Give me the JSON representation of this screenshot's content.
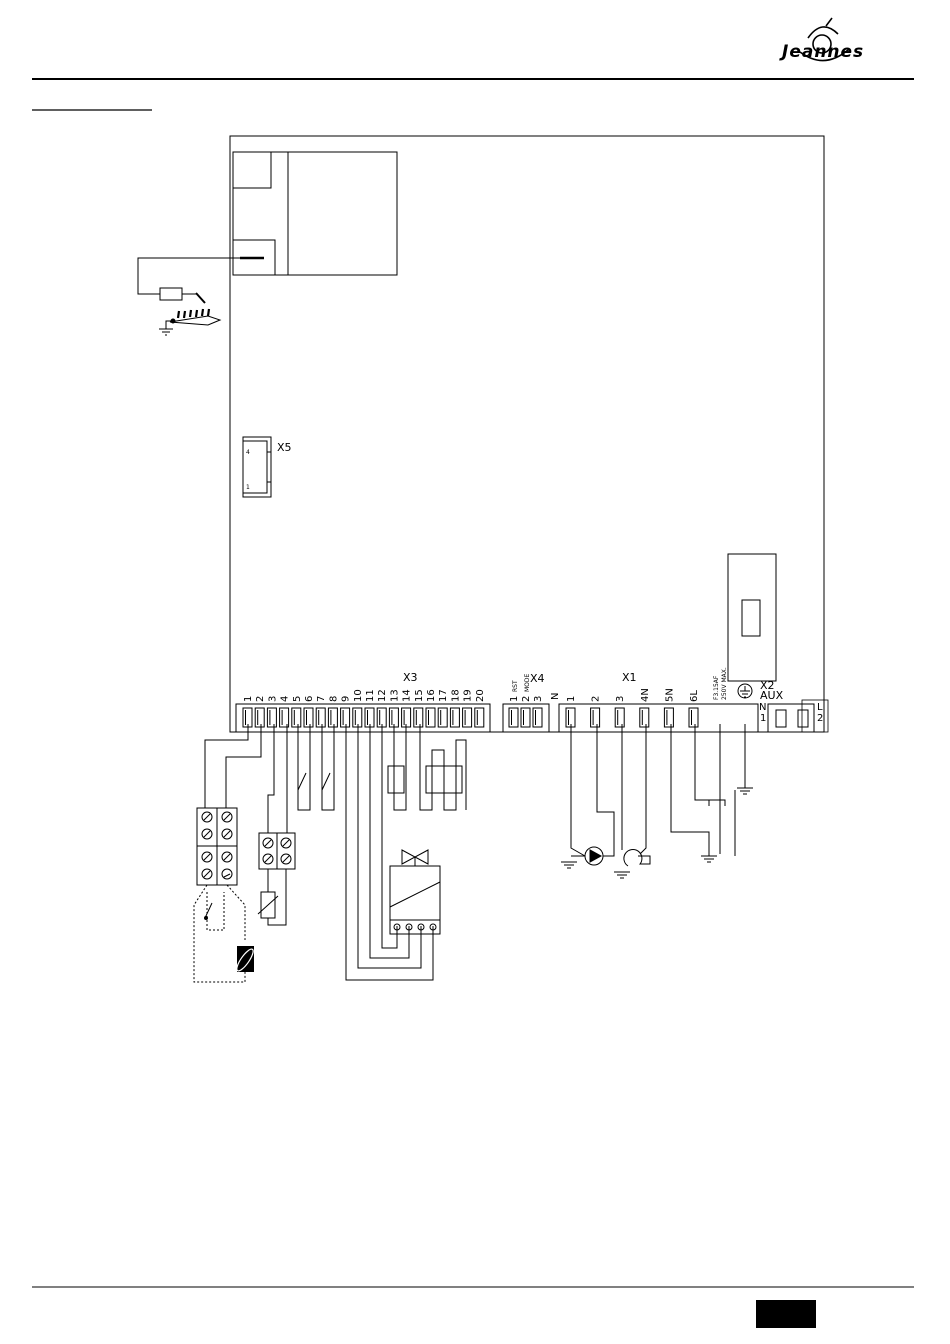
{
  "logo": {
    "wordmark": "Jeannes",
    "icon": "brand-swirl-icon"
  },
  "page_marker": {
    "color": "#000000",
    "text": ""
  },
  "diagram": {
    "x3": {
      "name": "X3",
      "pins": [
        "1",
        "2",
        "3",
        "4",
        "5",
        "6",
        "7",
        "8",
        "9",
        "10",
        "11",
        "12",
        "13",
        "14",
        "15",
        "16",
        "17",
        "18",
        "19",
        "20"
      ]
    },
    "x4": {
      "name": "X4",
      "pins": [
        "1",
        "2",
        "3"
      ],
      "pin_notes": [
        "RST",
        "MODE"
      ]
    },
    "x1": {
      "name": "X1",
      "pins": [
        "1",
        "2",
        "3",
        "4N",
        "5N",
        "6L"
      ],
      "n_label": "N"
    },
    "fuse": {
      "rating": "F3.15AF",
      "voltage": "250V MAX."
    },
    "x2": {
      "name": "X2",
      "sub": "AUX",
      "pins_left": [
        "N",
        "1"
      ],
      "pins_right": [
        "L",
        "2"
      ]
    },
    "x5": {
      "name": "X5",
      "pin_top": "4",
      "pin_bottom": "1"
    }
  }
}
